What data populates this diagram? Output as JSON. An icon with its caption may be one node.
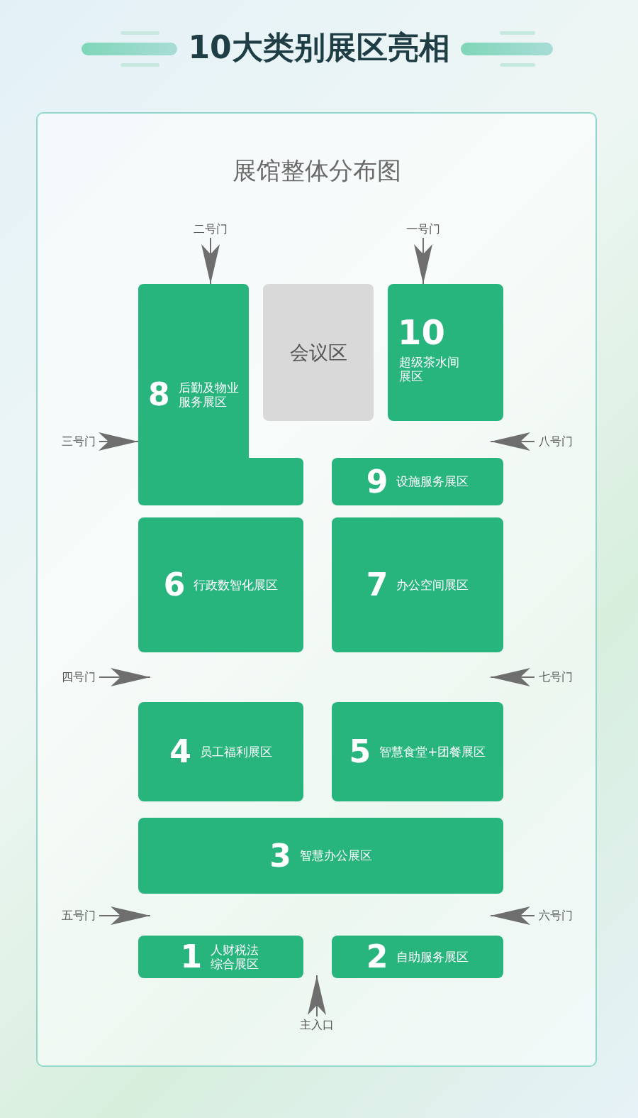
{
  "diagram": {
    "title": "10大类别展区亮相",
    "nodes": [
      {
        "text": [
          "展馆整体分布图"
        ]
      },
      {
        "text": [
          "二号门"
        ],
        "in": 0
      },
      {
        "text": [
          "一号门"
        ],
        "in": 0
      },
      {
        "text": [
          "8",
          "后勤及物业服务展区"
        ],
        "in": 0
      },
      {
        "text": [
          "会议区"
        ],
        "in": 0
      },
      {
        "text": [
          "10",
          "超级茶水间展区"
        ],
        "in": 0
      },
      {
        "text": [
          "三号门"
        ],
        "in": 0
      },
      {
        "text": [
          "八号门"
        ],
        "in": 0
      },
      {
        "text": [
          "9",
          "设施服务展区"
        ],
        "in": 0
      },
      {
        "text": [
          "6",
          "行政数智化展区"
        ],
        "in": 0
      },
      {
        "text": [
          "7",
          "办公空间展区"
        ],
        "in": 0
      },
      {
        "text": [
          "四号门"
        ],
        "in": 0
      },
      {
        "text": [
          "七号门"
        ],
        "in": 0
      },
      {
        "text": [
          "4",
          "员工福利展区"
        ],
        "in": 0
      },
      {
        "text": [
          "5",
          "智慧食堂+团餐展区"
        ],
        "in": 0
      },
      {
        "text": [
          "3",
          "智慧办公展区"
        ],
        "in": 0
      },
      {
        "text": [
          "五号门"
        ],
        "in": 0
      },
      {
        "text": [
          "六号门"
        ],
        "in": 0
      },
      {
        "text": [
          "1",
          "人财税法综合展区"
        ],
        "in": 0
      },
      {
        "text": [
          "2",
          "自助服务展区"
        ],
        "in": 0
      },
      {
        "text": [
          "主入口"
        ],
        "in": 0
      }
    ],
    "edges": [
      {
        "from": 1,
        "to": 3,
        "arrow": "to"
      },
      {
        "from": 2,
        "to": 5,
        "arrow": "to"
      },
      {
        "from": 6,
        "to": 3,
        "arrow": "to"
      },
      {
        "from": 7,
        "to": 8,
        "arrow": "to"
      },
      {
        "from": 11,
        "to": 13,
        "arrow": "to"
      },
      {
        "from": 12,
        "to": 14,
        "arrow": "to"
      },
      {
        "from": 16,
        "to": 18,
        "arrow": "to"
      },
      {
        "from": 17,
        "to": 19,
        "arrow": "to"
      },
      {
        "from": 20,
        "to": 18,
        "arrow": "to"
      }
    ]
  }
}
